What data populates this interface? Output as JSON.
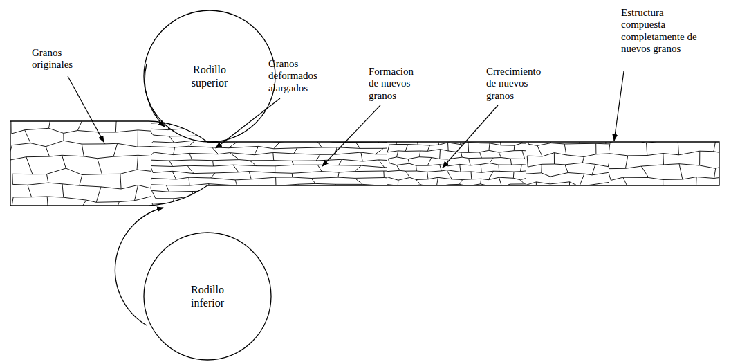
{
  "diagram": {
    "nodes": [
      {
        "text": [
          "Rodillo superior"
        ]
      },
      {
        "text": [
          "Rodillo inferior"
        ]
      }
    ],
    "labels": [
      "Granos originales",
      "Granos deformados alargados",
      "Formacion de nuevos granos",
      "Crrecimiento de nuevos granos",
      "Estructura compuesta completamente de nuevos granos"
    ]
  }
}
